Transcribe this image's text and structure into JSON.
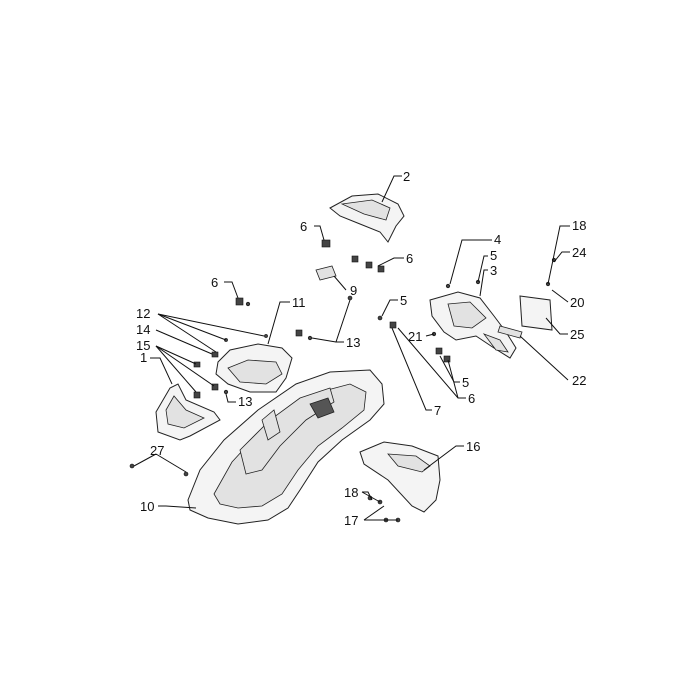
{
  "labels": {
    "n1": "1",
    "n2": "2",
    "n3": "3",
    "n4": "4",
    "n5a": "5",
    "n5b": "5",
    "n5c": "5",
    "n6a": "6",
    "n6b": "6",
    "n6c": "6",
    "n6d": "6",
    "n7": "7",
    "n9": "9",
    "n10": "10",
    "n11": "11",
    "n12": "12",
    "n13a": "13",
    "n13b": "13",
    "n14": "14",
    "n15": "15",
    "n16": "16",
    "n17": "17",
    "n18a": "18",
    "n18b": "18",
    "n20": "20",
    "n21": "21",
    "n22": "22",
    "n24": "24",
    "n25": "25",
    "n27": "27"
  }
}
